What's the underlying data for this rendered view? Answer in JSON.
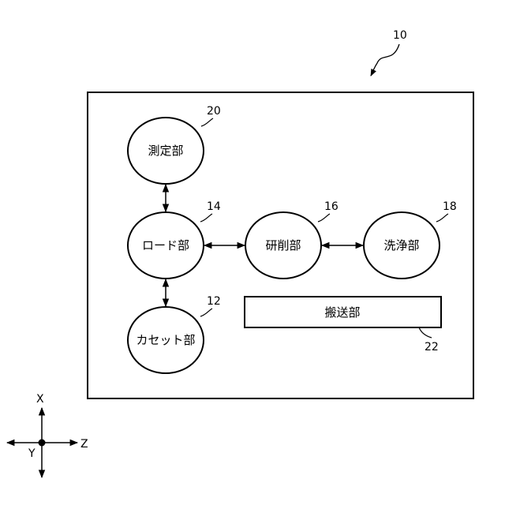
{
  "figure": {
    "system_ref": "10",
    "nodes": {
      "measure": {
        "label": "測定部",
        "ref": "20"
      },
      "load": {
        "label": "ロード部",
        "ref": "14"
      },
      "grind": {
        "label": "研削部",
        "ref": "16"
      },
      "wash": {
        "label": "洗浄部",
        "ref": "18"
      },
      "cassette": {
        "label": "カセット部",
        "ref": "12"
      },
      "transfer": {
        "label": "搬送部",
        "ref": "22"
      }
    },
    "axes": {
      "x": "X",
      "y": "Y",
      "z": "Z"
    }
  }
}
